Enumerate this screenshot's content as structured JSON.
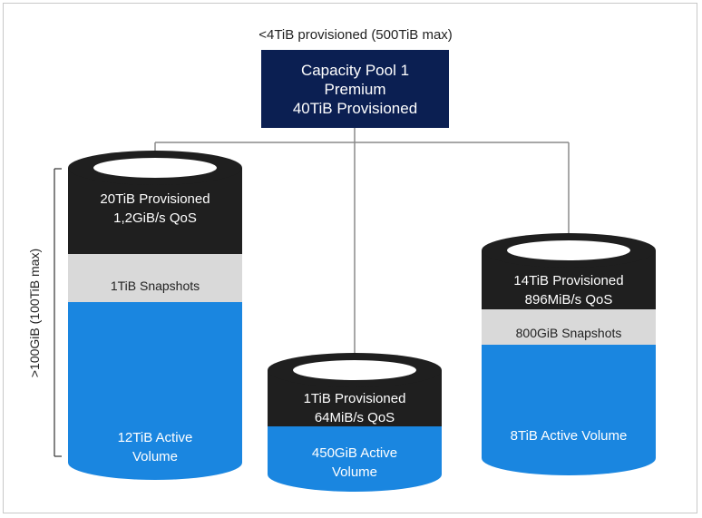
{
  "pool": {
    "caption": "<4TiB provisioned (500TiB max)",
    "name": "Capacity Pool 1",
    "tier": "Premium",
    "provisioned": "40TiB Provisioned"
  },
  "side_label": ">100GiB (100TiB max)",
  "volumes": [
    {
      "provisioned": "20TiB Provisioned",
      "qos": "1,2GiB/s QoS",
      "snapshots": "1TiB Snapshots",
      "active_line1": "12TiB Active",
      "active_line2": "Volume"
    },
    {
      "provisioned": "1TiB Provisioned",
      "qos": "64MiB/s QoS",
      "active_line1": "450GiB Active",
      "active_line2": "Volume"
    },
    {
      "provisioned": "14TiB Provisioned",
      "qos": "896MiB/s QoS",
      "snapshots": "800GiB Snapshots",
      "active_line1": "8TiB Active Volume"
    }
  ],
  "colors": {
    "pool_box": "#0b1f52",
    "provisioned_band": "#1f1f1f",
    "snapshot_band": "#d9d9d9",
    "active_volume": "#1a86e0",
    "connector": "#8a8a8a"
  }
}
